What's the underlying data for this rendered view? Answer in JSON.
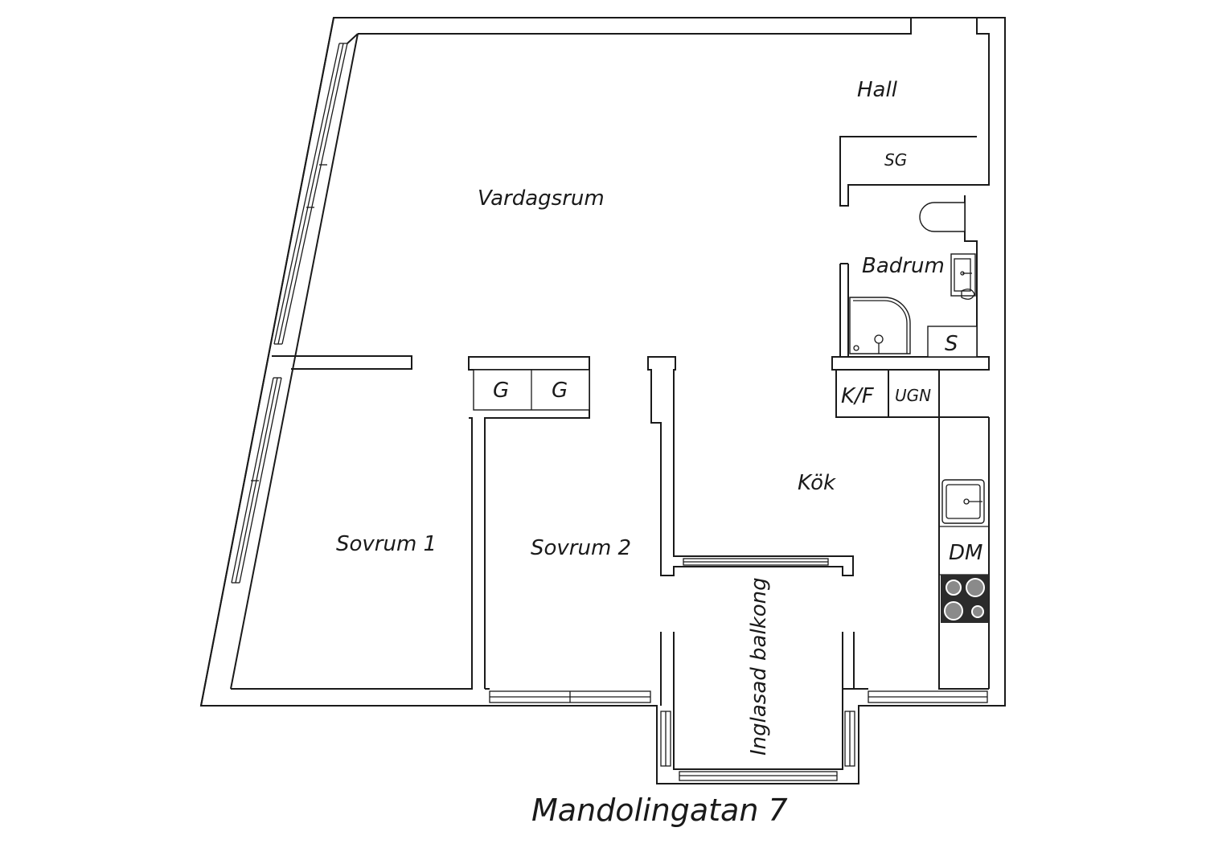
{
  "plan": {
    "title": "Mandolingatan 7",
    "rooms": {
      "hall": "Hall",
      "sg": "SG",
      "vardagsrum": "Vardagsrum",
      "badrum": "Badrum",
      "s": "S",
      "kf": "K/F",
      "ugn": "UGN",
      "kok": "Kök",
      "g1": "G",
      "g2": "G",
      "sovrum1": "Sovrum 1",
      "sovrum2": "Sovrum 2",
      "dm": "DM",
      "balkong": "Inglasad balkong"
    },
    "colors": {
      "line": "#1a1a1a",
      "stove": "#2b2b2b",
      "burner": "#8a8a8a"
    }
  }
}
